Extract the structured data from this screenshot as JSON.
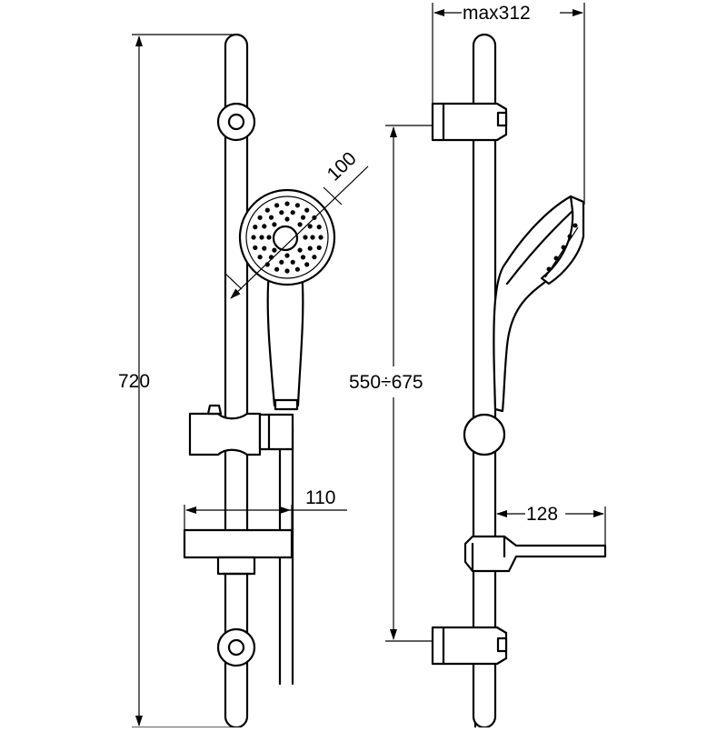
{
  "dimensions": {
    "total_height": "720",
    "head_diameter": "100",
    "soap_dish_depth": "110",
    "holder_adjust_range": "550÷675",
    "max_projection": "max312",
    "shelf_projection": "128"
  }
}
